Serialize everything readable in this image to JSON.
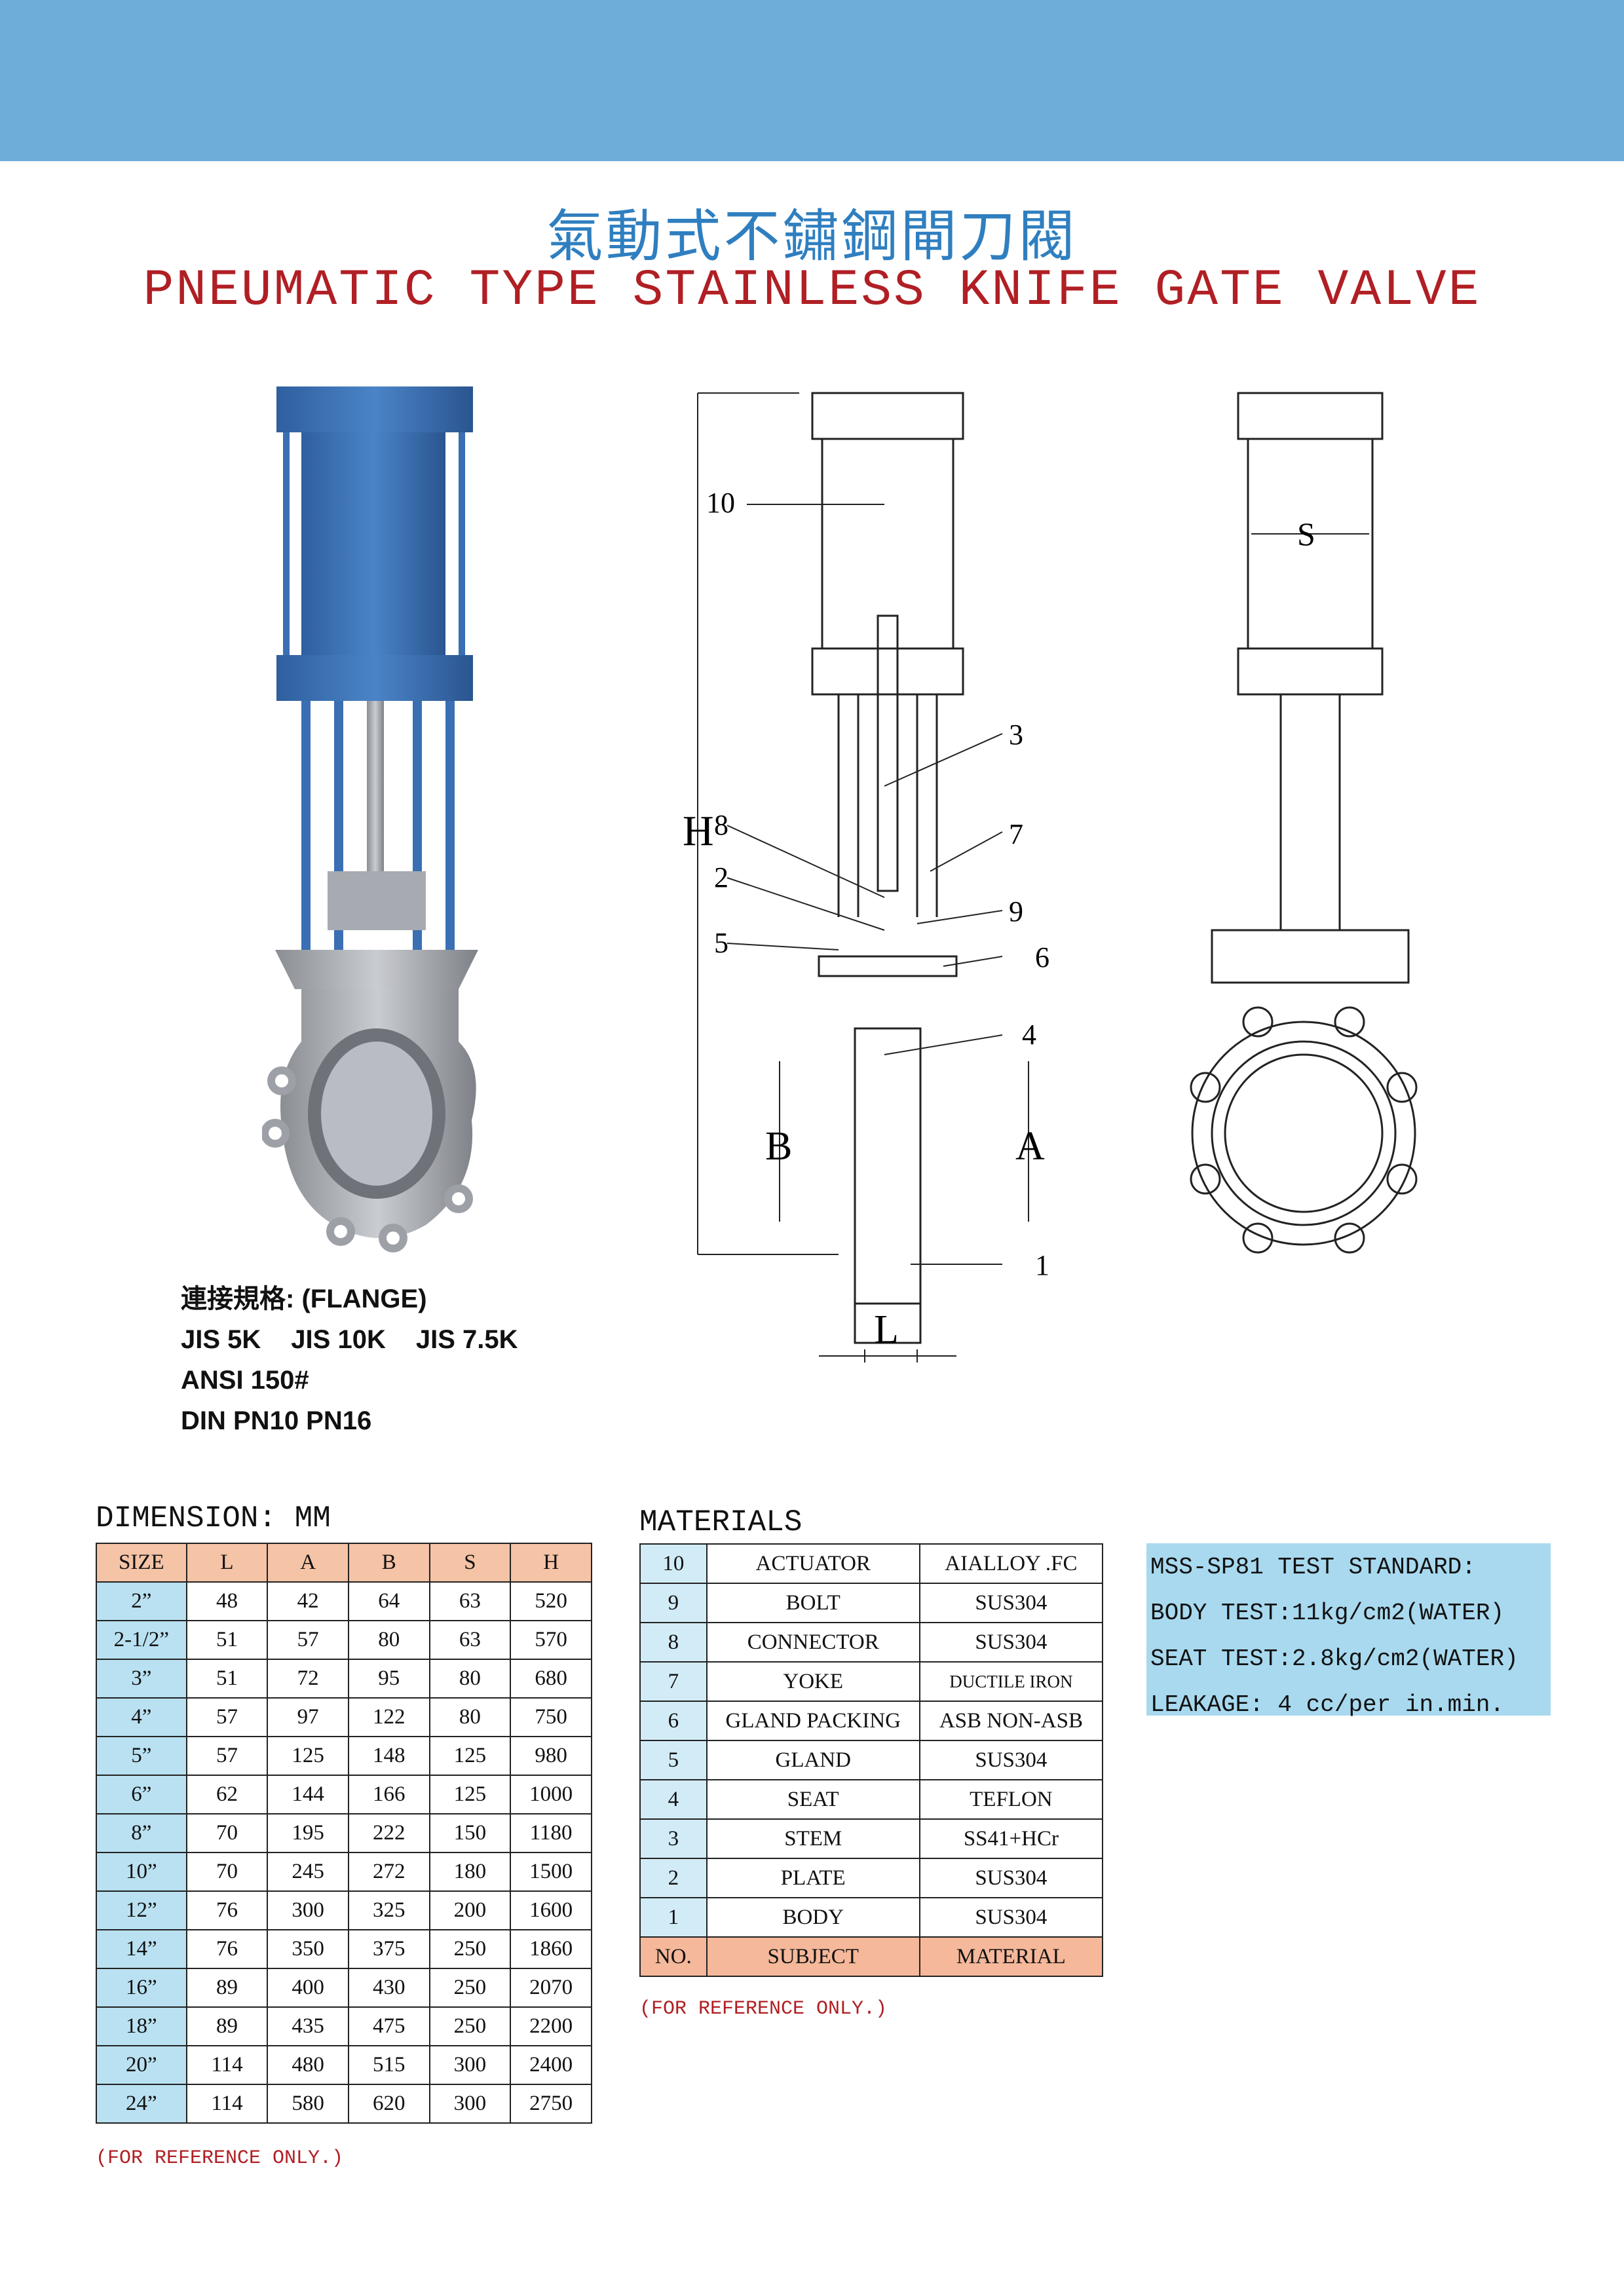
{
  "title_cn": "氣動式不鏽鋼閘刀閥",
  "title_en": "PNEUMATIC TYPE STAINLESS KNIFE GATE VALVE",
  "connection": {
    "label_prefix": "連接規格: ",
    "label_value": "(FLANGE)",
    "jis": [
      "JIS 5K",
      "JIS 10K",
      "JIS 7.5K"
    ],
    "ansi": "ANSI 150#",
    "din": "DIN PN10 PN16"
  },
  "drawing_labels": {
    "parts": [
      "10",
      "3",
      "7",
      "8",
      "2",
      "9",
      "5",
      "6",
      "4",
      "1"
    ],
    "dims": {
      "H": "H",
      "B": "B",
      "A": "A",
      "L": "L",
      "S": "S"
    }
  },
  "dimension": {
    "title": "DIMENSION: MM",
    "headers": [
      "SIZE",
      "L",
      "A",
      "B",
      "S",
      "H"
    ],
    "rows": [
      [
        "2”",
        "48",
        "42",
        "64",
        "63",
        "520"
      ],
      [
        "2-1/2”",
        "51",
        "57",
        "80",
        "63",
        "570"
      ],
      [
        "3”",
        "51",
        "72",
        "95",
        "80",
        "680"
      ],
      [
        "4”",
        "57",
        "97",
        "122",
        "80",
        "750"
      ],
      [
        "5”",
        "57",
        "125",
        "148",
        "125",
        "980"
      ],
      [
        "6”",
        "62",
        "144",
        "166",
        "125",
        "1000"
      ],
      [
        "8”",
        "70",
        "195",
        "222",
        "150",
        "1180"
      ],
      [
        "10”",
        "70",
        "245",
        "272",
        "180",
        "1500"
      ],
      [
        "12”",
        "76",
        "300",
        "325",
        "200",
        "1600"
      ],
      [
        "14”",
        "76",
        "350",
        "375",
        "250",
        "1860"
      ],
      [
        "16”",
        "89",
        "400",
        "430",
        "250",
        "2070"
      ],
      [
        "18”",
        "89",
        "435",
        "475",
        "250",
        "2200"
      ],
      [
        "20”",
        "114",
        "480",
        "515",
        "300",
        "2400"
      ],
      [
        "24”",
        "114",
        "580",
        "620",
        "300",
        "2750"
      ]
    ],
    "note": "(FOR REFERENCE ONLY.)"
  },
  "materials": {
    "title": "MATERIALS",
    "rows": [
      [
        "10",
        "ACTUATOR",
        "AIALLOY .FC"
      ],
      [
        "9",
        "BOLT",
        "SUS304"
      ],
      [
        "8",
        "CONNECTOR",
        "SUS304"
      ],
      [
        "7",
        "YOKE",
        "DUCTILE IRON"
      ],
      [
        "6",
        "GLAND PACKING",
        "ASB NON-ASB"
      ],
      [
        "5",
        "GLAND",
        "SUS304"
      ],
      [
        "4",
        "SEAT",
        "TEFLON"
      ],
      [
        "3",
        "STEM",
        "SS41+HCr"
      ],
      [
        "2",
        "PLATE",
        "SUS304"
      ],
      [
        "1",
        "BODY",
        "SUS304"
      ]
    ],
    "headers": [
      "NO.",
      "SUBJECT",
      "MATERIAL"
    ],
    "note": "(FOR REFERENCE ONLY.)"
  },
  "test_standard": [
    "MSS-SP81 TEST STANDARD:",
    "BODY TEST:11kg/cm2(WATER)",
    "SEAT TEST:2.8kg/cm2(WATER)",
    "LEAKAGE: 4 cc/per in.min."
  ],
  "colors": {
    "header_band": "#6eacd9",
    "title_cn": "#2f7fc0",
    "title_en": "#b01f24",
    "table_header": "#f5c3a6",
    "size_column": "#b9e1f1",
    "test_box": "#a8d9ef",
    "actuator_blue": "#3a6fb3"
  }
}
